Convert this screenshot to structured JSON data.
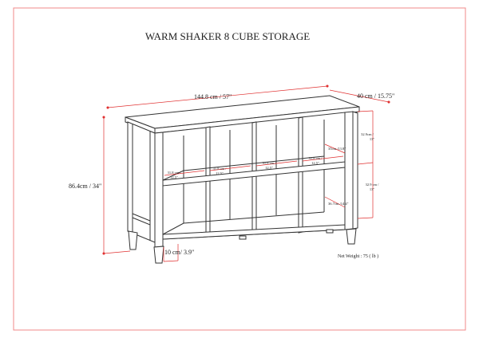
{
  "title": "WARM SHAKER 8 CUBE STORAGE",
  "dimensions": {
    "width": "144.8 cm / 57\"",
    "depth": "40 cm / 15.75\"",
    "height": "86.4cm / 34\"",
    "leg_height": "10 cm/ 3.9\"",
    "upper_cube_height": [
      "32.9cm /",
      "13\""
    ],
    "lower_cube_height": [
      "32.9 cm /",
      "13\""
    ],
    "cube_width_1": [
      "31.8 cm /",
      "12.5\""
    ],
    "cube_width_2": [
      "31.8 cm /",
      "12.5\""
    ],
    "cube_width_3": [
      "31.8 cm /",
      "12.5\""
    ],
    "cube_width_4": [
      "31.8 cm /",
      "12.5\""
    ],
    "upper_cube_depth": "35cm /13.8\"",
    "lower_cube_depth": "36.7cm /14.4\""
  },
  "net_weight": "Net Weight : 75 ( lb )",
  "colors": {
    "dimension_line": "#e03030",
    "border": "#f08a8a",
    "drawing": "#333333"
  }
}
